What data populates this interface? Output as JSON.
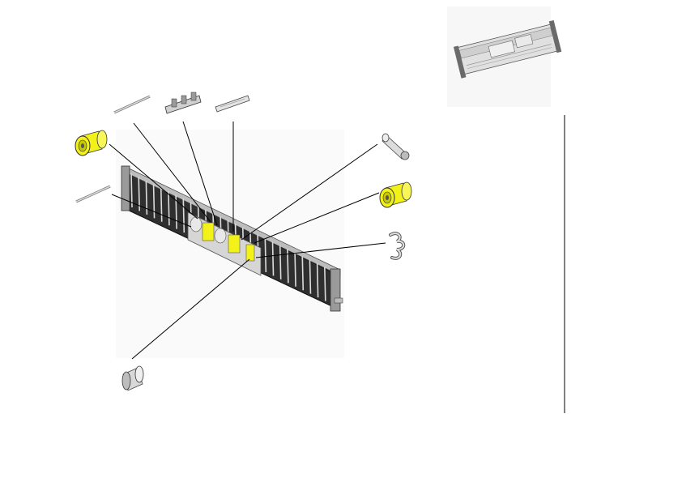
{
  "page": {
    "background": "#ffffff"
  },
  "colors": {
    "leader_line": "#000000",
    "part_outline": "#222222",
    "gray_light": "#e6e6e6",
    "gray_mid": "#c8c8c8",
    "gray_dark": "#8a8a8a",
    "frame_dark": "#3a3a3a",
    "highlight_yellow": "#f2f21a",
    "yellow_shadow": "#c9c900",
    "panel_bg": "#f4f4f4"
  },
  "parts": [
    {
      "id": "reference-assembly",
      "icon": "assembly-thumbnail-icon"
    },
    {
      "id": "guide-frame",
      "icon": "ribbed-frame-icon"
    },
    {
      "id": "roller-left",
      "icon": "yellow-roller-icon"
    },
    {
      "id": "roller-right",
      "icon": "yellow-roller-icon"
    },
    {
      "id": "shaft-upper",
      "icon": "thin-shaft-icon"
    },
    {
      "id": "shaft-lower",
      "icon": "thin-shaft-icon"
    },
    {
      "id": "bracket-clip",
      "icon": "bracket-icon"
    },
    {
      "id": "rail-strip",
      "icon": "rail-icon"
    },
    {
      "id": "sleeve-tube",
      "icon": "tube-icon"
    },
    {
      "id": "spring-clip",
      "icon": "spring-clip-icon"
    },
    {
      "id": "bushing",
      "icon": "bushing-icon"
    }
  ],
  "divider": {
    "style": "solid",
    "color": "#000000"
  }
}
